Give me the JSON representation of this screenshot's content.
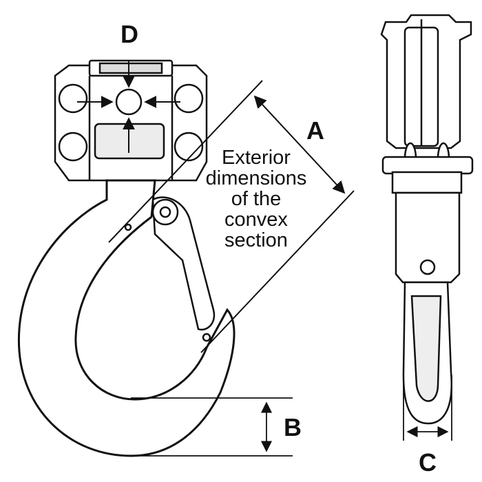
{
  "labels": {
    "A": "A",
    "B": "B",
    "C": "C",
    "D": "D"
  },
  "annotation": {
    "line1": "Exterior",
    "line2": "dimensions",
    "line3": "of the",
    "line4": "convex",
    "line5": "section"
  },
  "colors": {
    "stroke": "#111111",
    "fill": "#ffffff",
    "shade": "#dcdcdc"
  }
}
